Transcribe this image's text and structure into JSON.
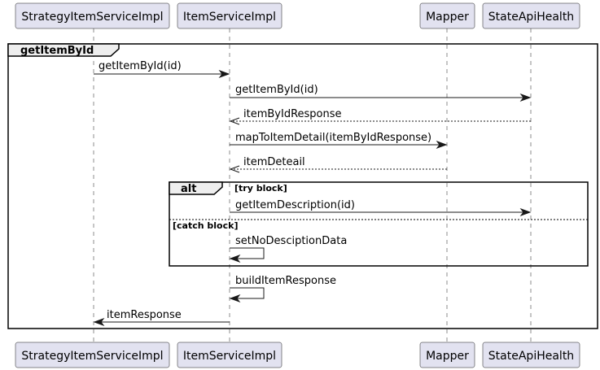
{
  "participants": [
    {
      "id": "strategy",
      "label": "StrategyItemServiceImpl"
    },
    {
      "id": "item",
      "label": "ItemServiceImpl"
    },
    {
      "id": "mapper",
      "label": "Mapper"
    },
    {
      "id": "state",
      "label": "StateApiHealth"
    }
  ],
  "frames": {
    "outer": {
      "title": "getItemById"
    },
    "alt": {
      "title": "alt",
      "try_guard": "[try block]",
      "catch_guard": "[catch block]"
    }
  },
  "messages": [
    {
      "from": "strategy",
      "to": "item",
      "label": "getItemById(id)",
      "style": "solid"
    },
    {
      "from": "item",
      "to": "state",
      "label": "getItemById(id)",
      "style": "solid"
    },
    {
      "from": "state",
      "to": "item",
      "label": "itemByIdResponse",
      "style": "dashed"
    },
    {
      "from": "item",
      "to": "mapper",
      "label": "mapToItemDetail(itemByIdResponse)",
      "style": "solid"
    },
    {
      "from": "mapper",
      "to": "item",
      "label": "itemDeteail",
      "style": "dashed"
    },
    {
      "from": "item",
      "to": "state",
      "label": "getItemDescription(id)",
      "style": "solid"
    },
    {
      "from": "item",
      "to": "item",
      "label": "setNoDesciptionData",
      "style": "self"
    },
    {
      "from": "item",
      "to": "item",
      "label": "buildItemResponse",
      "style": "self"
    },
    {
      "from": "item",
      "to": "strategy",
      "label": "itemResponse",
      "style": "solid"
    }
  ],
  "colors": {
    "participant_fill": "#E2E2F0",
    "frame_tab_fill": "#EEEEEE",
    "line": "#181818"
  }
}
